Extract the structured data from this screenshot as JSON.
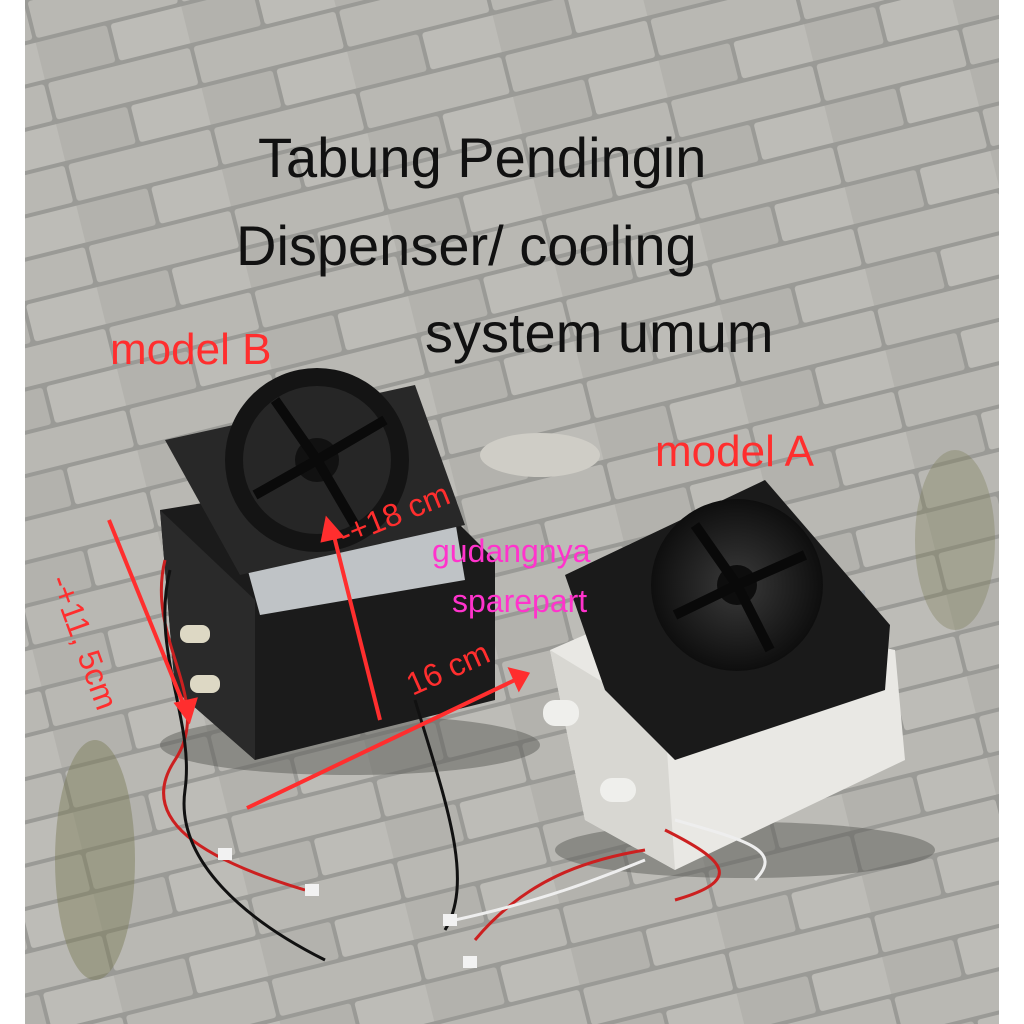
{
  "title": {
    "line1": "Tabung Pendingin",
    "line2": "Dispenser/ cooling",
    "line3": "system umum"
  },
  "labels": {
    "model_b": "model B",
    "model_a": "model A"
  },
  "dimensions": {
    "height": "-+18 cm",
    "depth": "-+11, 5cm",
    "width": "16 cm"
  },
  "watermark": {
    "line1": "gudangnya",
    "line2": "sparepart"
  },
  "colors": {
    "annotation": "#ff2e2e",
    "watermark": "#ff33cc",
    "title": "#111111"
  }
}
